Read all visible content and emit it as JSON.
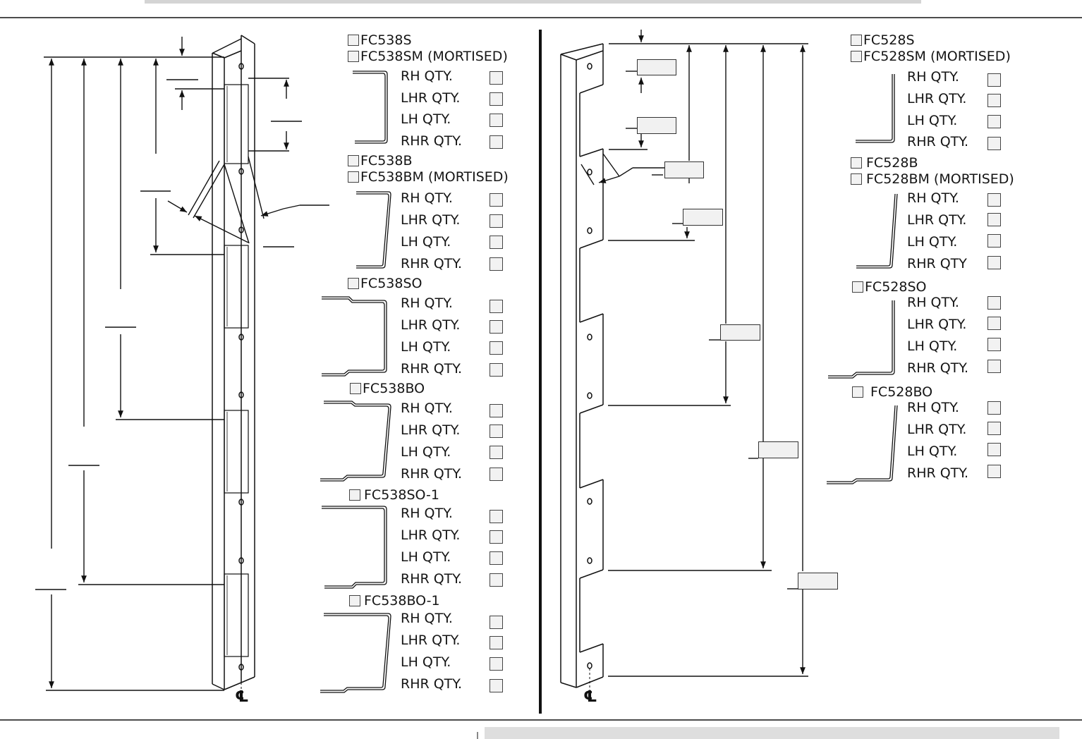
{
  "centerline_symbol": "℄",
  "left_column": {
    "groups": [
      {
        "title": "FC538S",
        "title2": "FC538SM (MORTISED)",
        "rows": [
          "RH QTY.",
          "LHR QTY.",
          "LH QTY.",
          "RHR QTY."
        ]
      },
      {
        "title": "FC538B",
        "title2": "FC538BM (MORTISED)",
        "rows": [
          "RH QTY.",
          "LHR QTY.",
          "LH QTY.",
          "RHR QTY."
        ]
      },
      {
        "title": "FC538SO",
        "rows": [
          "RH QTY.",
          "LHR QTY.",
          "LH QTY.",
          "RHR QTY."
        ]
      },
      {
        "title": "FC538BO",
        "rows": [
          "RH QTY.",
          "LHR QTY.",
          "LH QTY.",
          "RHR QTY."
        ]
      },
      {
        "title": "FC538SO-1",
        "rows": [
          "RH QTY.",
          "LHR QTY.",
          "LH QTY.",
          "RHR QTY."
        ]
      },
      {
        "title": "FC538BO-1",
        "rows": [
          "RH QTY.",
          "LHR QTY.",
          "LH QTY.",
          "RHR QTY."
        ]
      }
    ]
  },
  "right_column": {
    "groups": [
      {
        "title": "FC528S",
        "title2": "FC528SM (MORTISED)",
        "rows": [
          "RH QTY.",
          "LHR QTY.",
          "LH QTY.",
          "RHR QTY."
        ]
      },
      {
        "title": "FC528B",
        "title2": "FC528BM (MORTISED)",
        "rows": [
          "RH QTY.",
          "LHR QTY.",
          "LH QTY.",
          "RHR QTY"
        ]
      },
      {
        "title": "FC528SO",
        "rows": [
          "RH QTY.",
          "LHR QTY.",
          "LH QTY.",
          "RHR QTY."
        ]
      },
      {
        "title": "FC528BO",
        "rows": [
          "RH QTY.",
          "LHR QTY.",
          "LH QTY.",
          "RHR QTY."
        ]
      }
    ]
  }
}
